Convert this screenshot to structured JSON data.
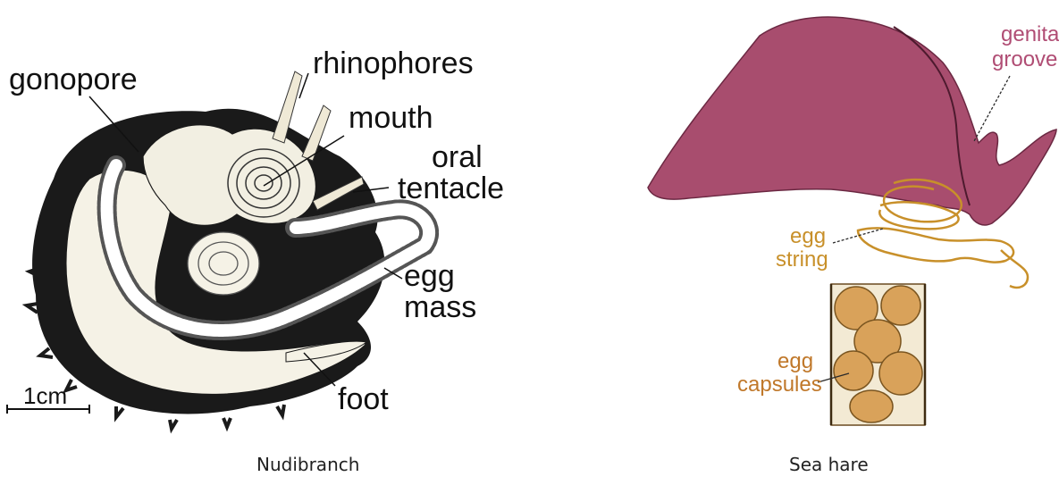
{
  "figures": [
    {
      "caption": "Nudibranch",
      "labels": {
        "gonopore": "gonopore",
        "rhinophores": "rhinophores",
        "mouth": "mouth",
        "oral_tentacle_line1": "oral",
        "oral_tentacle_line2": "tentacle",
        "egg_mass_line1": "egg",
        "egg_mass_line2": "mass",
        "foot": "foot",
        "scale_bar": "1cm"
      },
      "colors": {
        "body": "#f5f2e6",
        "dark": "#1a1a1a",
        "label": "#111111"
      }
    },
    {
      "caption": "Sea hare",
      "labels": {
        "genital_groove_line1": "genital",
        "genital_groove_line2": "groove",
        "egg_string_line1": "egg",
        "egg_string_line2": "string",
        "egg_capsules_line1": "egg",
        "egg_capsules_line2": "capsules"
      },
      "colors": {
        "body": "#a84d6e",
        "body_dark": "#8a3857",
        "genital_label": "#b04d74",
        "egg_label": "#c8902a",
        "egg_fill": "#d9a25a"
      }
    }
  ]
}
